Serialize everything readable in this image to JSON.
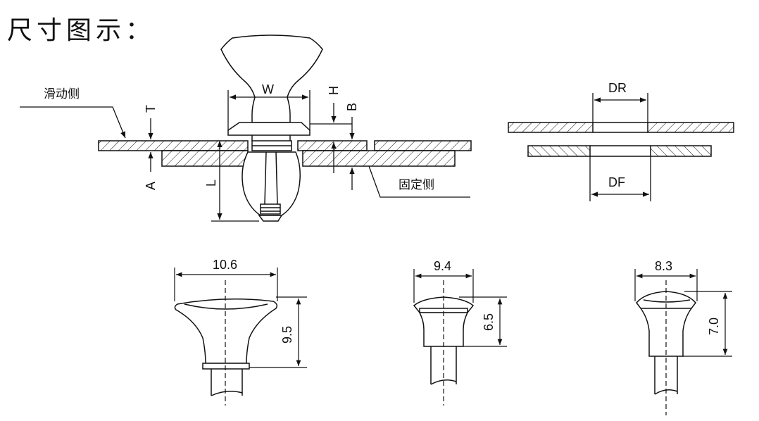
{
  "title": "尺寸图示：",
  "labels": {
    "sliding_side": "滑动侧",
    "fixed_side": "固定侧",
    "W": "W",
    "T": "T",
    "A": "A",
    "L": "L",
    "H": "H",
    "B": "B",
    "DR": "DR",
    "DF": "DF"
  },
  "variants": [
    {
      "width": "10.6",
      "height": "9.5"
    },
    {
      "width": "9.4",
      "height": "6.5"
    },
    {
      "width": "8.3",
      "height": "7.0"
    }
  ]
}
